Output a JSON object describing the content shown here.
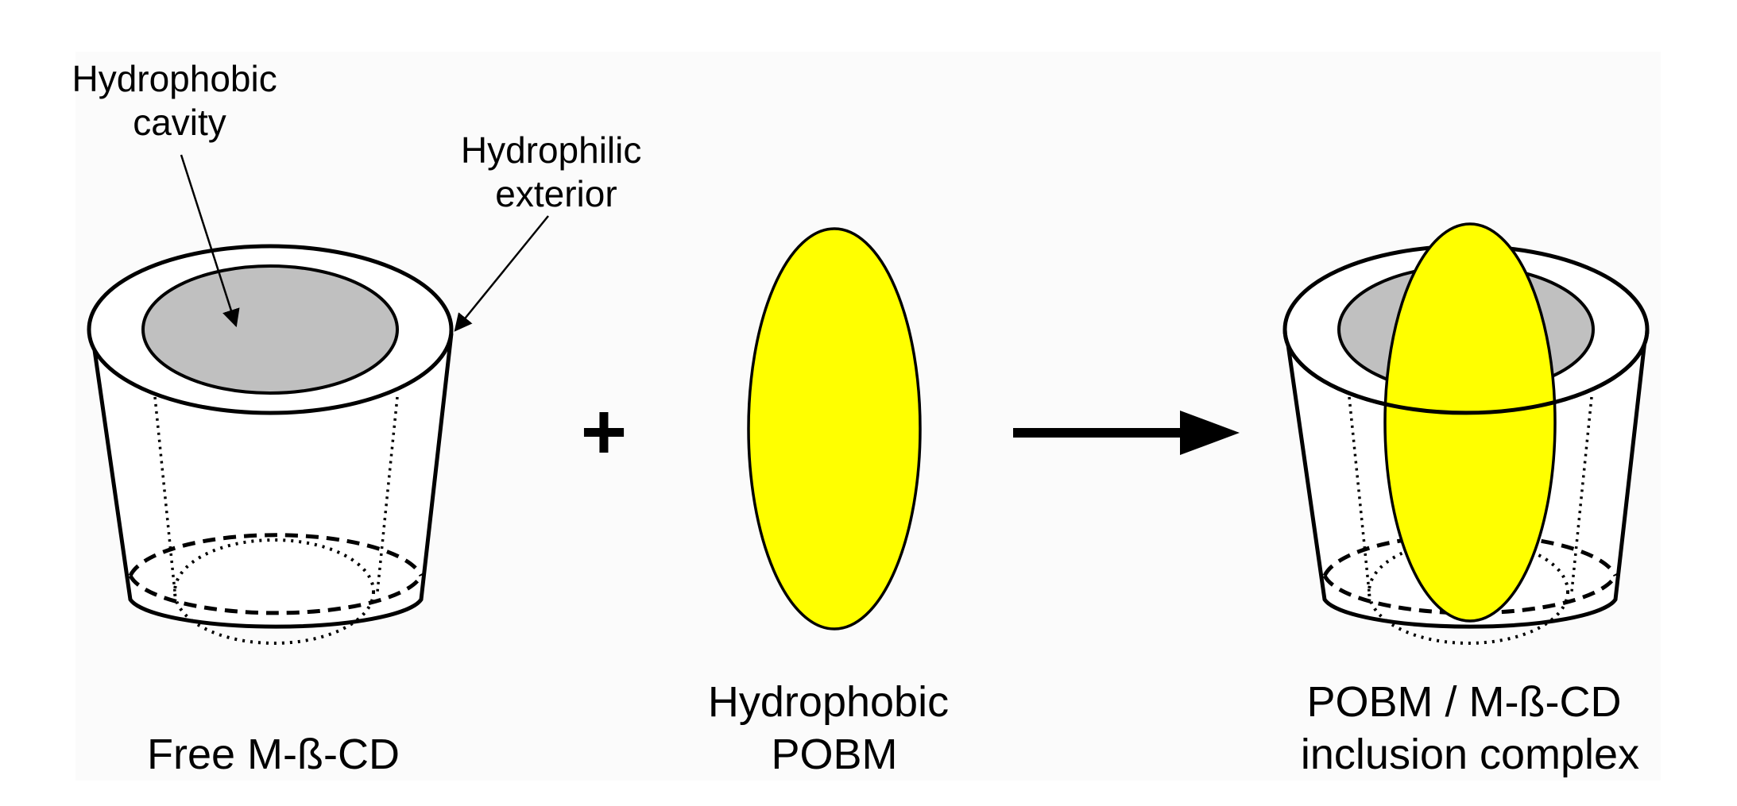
{
  "labels": {
    "hydrophobic_cavity": [
      "Hydrophobic",
      "cavity"
    ],
    "hydrophilic_exterior": [
      "Hydrophilic",
      "exterior"
    ],
    "free_cd": "Free M-ß-CD",
    "plus": "+",
    "pobm": [
      "Hydrophobic",
      "POBM"
    ],
    "complex": [
      "POBM / M-ß-CD",
      "inclusion complex"
    ]
  },
  "colors": {
    "background": "#fbfbfb",
    "guest": "#ffff00",
    "cavity": "#c0c0c0",
    "cup": "#ffffff",
    "stroke": "#000000"
  },
  "icons": {
    "reaction_arrow": "right-arrow-icon"
  }
}
